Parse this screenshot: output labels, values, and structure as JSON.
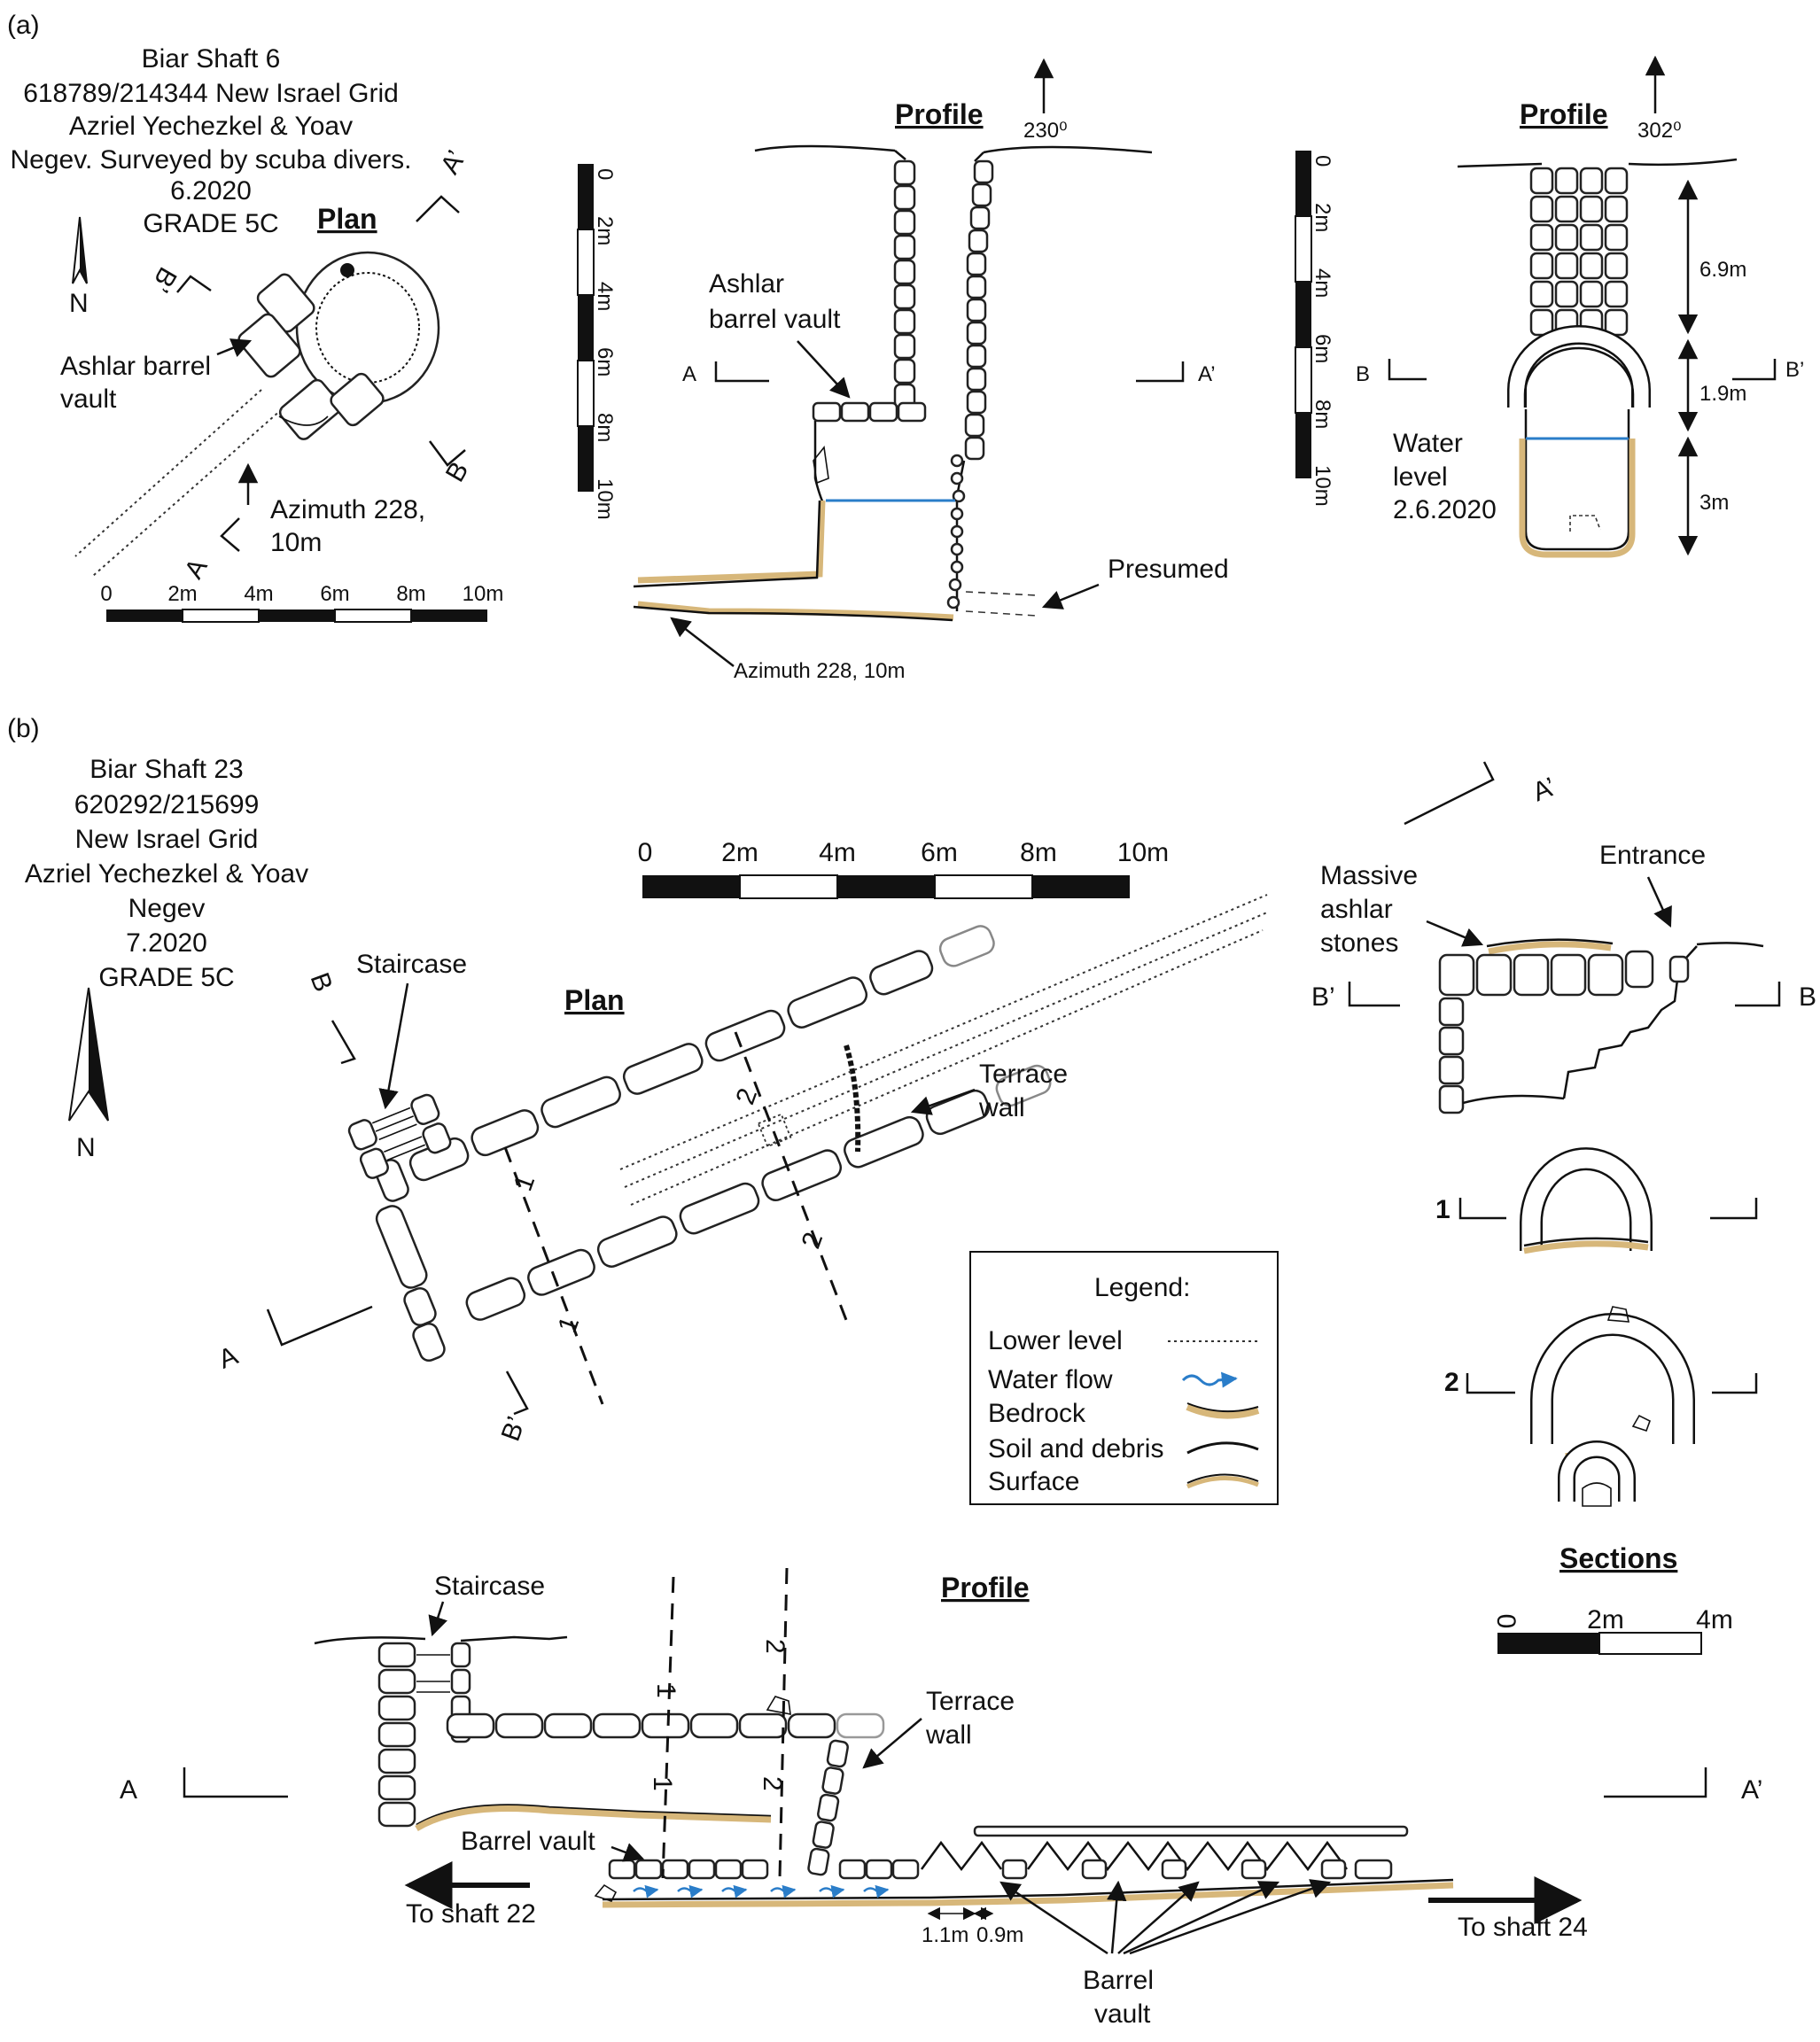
{
  "panel_a": {
    "label": "(a)",
    "header": [
      "Biar Shaft 6",
      "618789/214344 New Israel Grid",
      "Azriel Yechezkel & Yoav",
      "Negev. Surveyed by scuba divers.",
      "6.2020",
      "GRADE 5C"
    ],
    "north": "N",
    "plan_title": "Plan",
    "plan_vault_label": [
      "Ashlar barrel",
      "vault"
    ],
    "plan_azimuth": [
      "Azimuth 228,",
      "10m"
    ],
    "section_marks": {
      "a": "A",
      "a_prime": "A’",
      "b": "B",
      "b_prime": "B’"
    },
    "plan_scale": [
      "0",
      "2m",
      "4m",
      "6m",
      "8m",
      "10m"
    ],
    "vertical_scale": [
      "0",
      "2m",
      "4m",
      "6m",
      "8m",
      "10m"
    ],
    "profile1": {
      "title": "Profile",
      "bearing": "230⁰",
      "vault_label": [
        "Ashlar",
        "barrel vault"
      ],
      "presumed": "Presumed",
      "azimuth": "Azimuth 228, 10m"
    },
    "profile2": {
      "title": "Profile",
      "bearing": "302⁰",
      "water_label": [
        "Water",
        "level",
        "2.6.2020"
      ],
      "dims": [
        "6.9m",
        "1.9m",
        "3m"
      ]
    }
  },
  "panel_b": {
    "label": "(b)",
    "header": [
      "Biar Shaft 23",
      "620292/215699",
      "New Israel Grid",
      "Azriel Yechezkel & Yoav",
      "Negev",
      "7.2020",
      "GRADE 5C"
    ],
    "north": "N",
    "plan_title": "Plan",
    "scale": [
      "0",
      "2m",
      "4m",
      "6m",
      "8m",
      "10m"
    ],
    "staircase": "Staircase",
    "terrace_wall": [
      "Terrace",
      "wall"
    ],
    "section_marks": {
      "a": "A",
      "a_prime": "A’",
      "b": "B",
      "b_prime": "B’",
      "one": "1",
      "two": "2"
    },
    "legend": {
      "title": "Legend:",
      "items": [
        "Lower level",
        "Water flow",
        "Bedrock",
        "Soil and debris",
        "Surface"
      ]
    },
    "sections": {
      "title": "Sections",
      "massive": [
        "Massive",
        "ashlar",
        "stones"
      ],
      "entrance": "Entrance",
      "scale": [
        "0",
        "2m",
        "4m"
      ]
    },
    "profile": {
      "title": "Profile",
      "staircase": "Staircase",
      "terrace_wall": [
        "Terrace",
        "wall"
      ],
      "barrel_vault_left": "Barrel vault",
      "to_shaft_22": "To shaft 22",
      "to_shaft_24": "To shaft 24",
      "dim_1": "1.1m",
      "dim_2": "0.9m",
      "barrel_vault_bottom": [
        "Barrel",
        "vault"
      ]
    }
  },
  "colors": {
    "bedrock": "#d7b77a",
    "water": "#2a7dc9",
    "ink": "#111111"
  }
}
